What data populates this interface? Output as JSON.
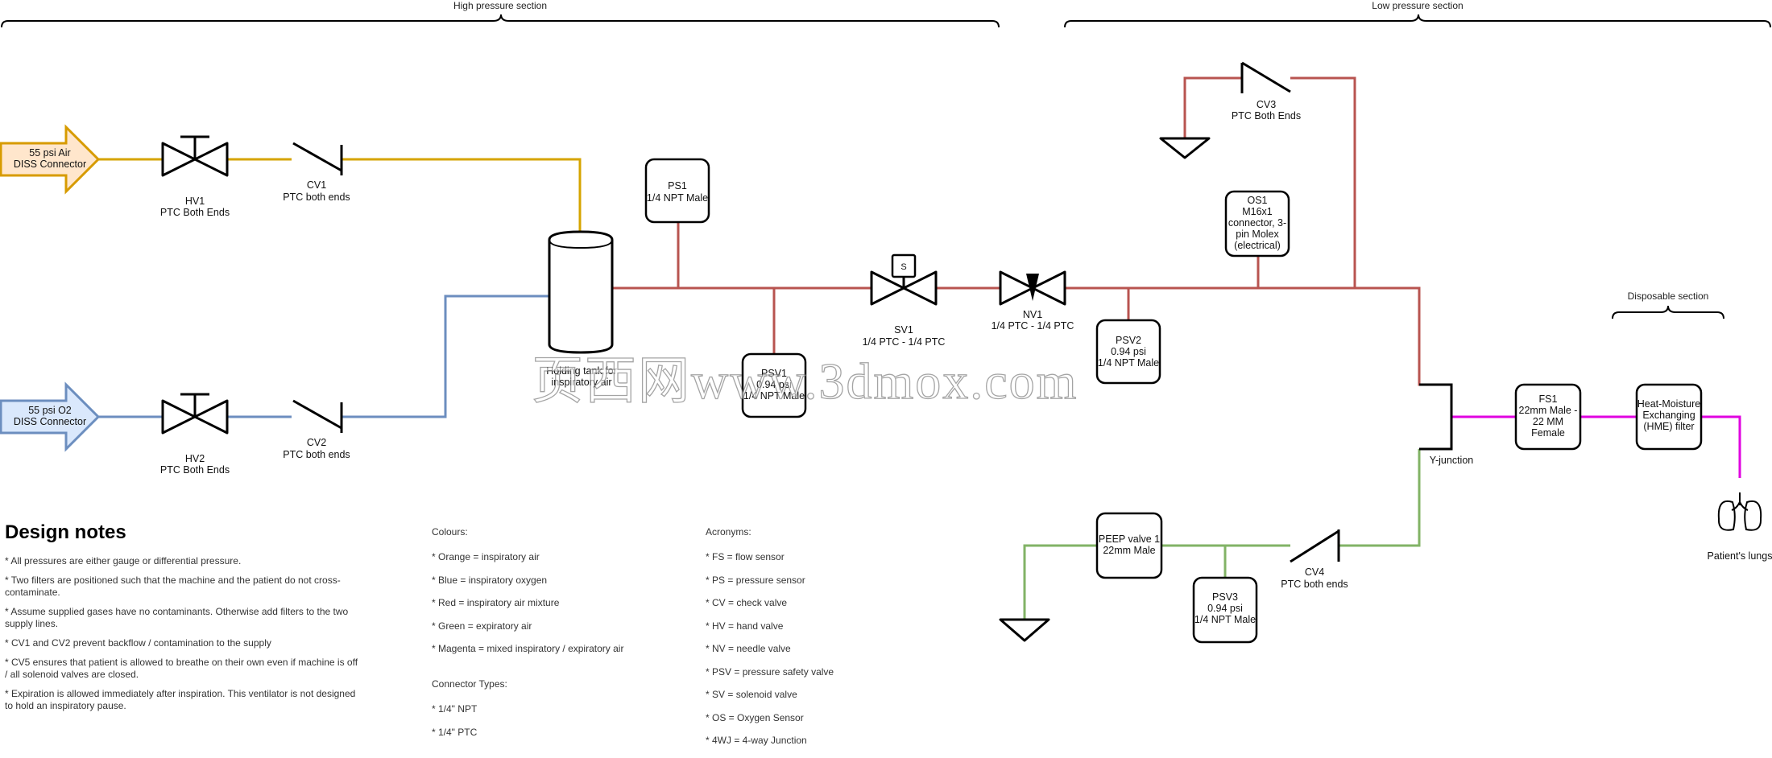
{
  "sections": {
    "high": "High pressure section",
    "low": "Low pressure section",
    "disposable": "Disposable section"
  },
  "inputs": {
    "air": [
      "55 psi Air",
      "DISS Connector"
    ],
    "o2": [
      "55 psi O2",
      "DISS Connector"
    ]
  },
  "components": {
    "hv1": [
      "HV1",
      "PTC Both Ends"
    ],
    "hv2": [
      "HV2",
      "PTC Both Ends"
    ],
    "cv1": [
      "CV1",
      "PTC both ends"
    ],
    "cv2": [
      "CV2",
      "PTC both ends"
    ],
    "cv3": [
      "CV3",
      "PTC Both Ends"
    ],
    "cv4": [
      "CV4",
      "PTC both ends"
    ],
    "tank": [
      "Holding tank for",
      "inspiratory air"
    ],
    "ps1": [
      "PS1",
      "1/4 NPT Male"
    ],
    "psv1": [
      "PSV1",
      "0.94 psi",
      "1/4 NPT Male"
    ],
    "sv1": [
      "SV1",
      "1/4 PTC - 1/4 PTC"
    ],
    "sv1_mark": "S",
    "nv1": [
      "NV1",
      "1/4 PTC - 1/4 PTC"
    ],
    "psv2": [
      "PSV2",
      "0.94 psi",
      "1/4 NPT Male"
    ],
    "os1": [
      "OS1",
      "M16x1",
      "connector, 3-",
      "pin Molex",
      "(electrical)"
    ],
    "fs1": [
      "FS1",
      "22mm Male -",
      "22 MM",
      "Female"
    ],
    "hme": [
      "Heat-Moisture",
      "Exchanging",
      "(HME) filter"
    ],
    "yjunction": "Y-junction",
    "lungs": "Patient's lungs",
    "peep": [
      "PEEP valve 1",
      "22mm Male"
    ],
    "psv3": [
      "PSV3",
      "0.94 psi",
      "1/4 NPT Male"
    ]
  },
  "watermark": "页西网www.3dmox.com",
  "design_notes": {
    "title": "Design notes",
    "items": [
      "* All pressures are either gauge or differential pressure.",
      "* Two filters are positioned such that the machine and the patient do not cross-contaminate.",
      "* Assume supplied gases have no contaminants. Otherwise add filters to the two supply lines.",
      "* CV1 and CV2 prevent backflow / contamination to the supply",
      "* CV5 ensures that patient is allowed to breathe on their own even if machine is off / all solenoid valves are closed.",
      "* Expiration is allowed immediately after inspiration. This ventilator is not designed to hold an inspiratory pause."
    ]
  },
  "colours": {
    "title": "Colours:",
    "items": [
      "* Orange = inspiratory air",
      "* Blue = inspiratory oxygen",
      "* Red = inspiratory air mixture",
      "* Green = expiratory air",
      "* Magenta = mixed inspiratory / expiratory air"
    ]
  },
  "connector_types": {
    "title": "Connector Types:",
    "items": [
      "* 1/4\" NPT",
      "* 1/4\" PTC"
    ]
  },
  "acronyms": {
    "title": "Acronyms:",
    "items": [
      "* FS = flow sensor",
      "* PS = pressure sensor",
      "* CV = check valve",
      "* HV = hand valve",
      "* NV = needle valve",
      "* PSV = pressure safety valve",
      "* SV = solenoid valve",
      "* OS = Oxygen Sensor",
      "* 4WJ = 4-way Junction"
    ]
  },
  "pipe_colors": {
    "orange": "#d6a400",
    "blue": "#6c8ebf",
    "red": "#b85450",
    "green": "#82b366",
    "magenta": "#e000e0"
  }
}
